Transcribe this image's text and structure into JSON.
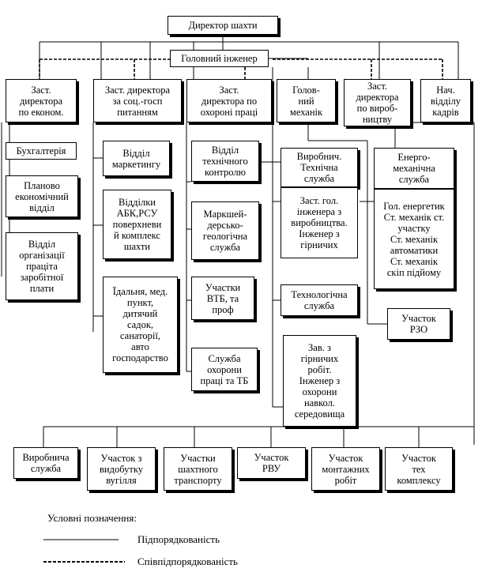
{
  "nodes": {
    "director": "Директор шахти",
    "chief_engineer": "Головний інженер",
    "dep_economics": "Заст.\nдиректора\nпо економ.",
    "dep_social": "Заст. директора\nза соц.-госп\nпитанням",
    "dep_safety": "Заст.\nдиректора по\nохороні праці",
    "chief_mechanic": "Голов-\nний\nмеханік",
    "dep_production": "Заст.\nдиректора\nпо вироб-\nництву",
    "head_personnel": "Нач.\nвідділу\nкадрів",
    "accounting": "Бухгалтерія",
    "planning": "Планово\nекономічний\nвідділ",
    "labor_org": "Відділ\nорганізації\nпраціта\nзаробітної\nплати",
    "marketing": "Відділ\nмаркетингу",
    "abk": "Відділки\nАБК,РСУ\nповерхневи\nй комплекс\nшахти",
    "canteen": "Їдальня, мед.\nпункт,\nдитячий\nсадок,\nсанаторії,\nавто\nгосподарство",
    "tech_control": "Відділ\nтехнічного\nконтролю",
    "survey": "Маркшей-\nдерсько-\nгеологічна\nслужба",
    "vtb": "Участки\nВТБ, та\nпроф",
    "labor_safety": "Служба\nохорони\nпраці та ТБ",
    "production_tech": "Виробнич.\nТехнічна\nслужба",
    "dep_chief_eng": "Заст. гол.\nінженера з\nвиробництва.\nІнженер з\nгірничих",
    "technology": "Технологічна\nслужба",
    "mining_head": "Зав. з\nгірничих\nробіт.\nІнженер з\nохорони\nнавкол.\nсередовища",
    "energy_mech": "Енерго-\nмеханічна\nслужба",
    "energy_staff": "Гол. енергетик\nСт. механік ст.\nучастку\nСт. механік\nавтоматики\nСт. механік\nскіп підйому",
    "rzo": "Участок\nРЗО",
    "prod_service": "Виробнича\nслужба",
    "coal_section": "Участок з\nвидобутку\nвугілля",
    "transport": "Участки\nшахтного\nтранспорту",
    "rvu": "Участок\nРВУ",
    "assembly": "Участок\nмонтажних\nробіт",
    "tech_complex": "Участок\nтех\nкомплексу"
  },
  "legend": {
    "title": "Условні позначення:",
    "solid": "Підпорядкованість",
    "dashed": "Співпідпорядкованість"
  }
}
